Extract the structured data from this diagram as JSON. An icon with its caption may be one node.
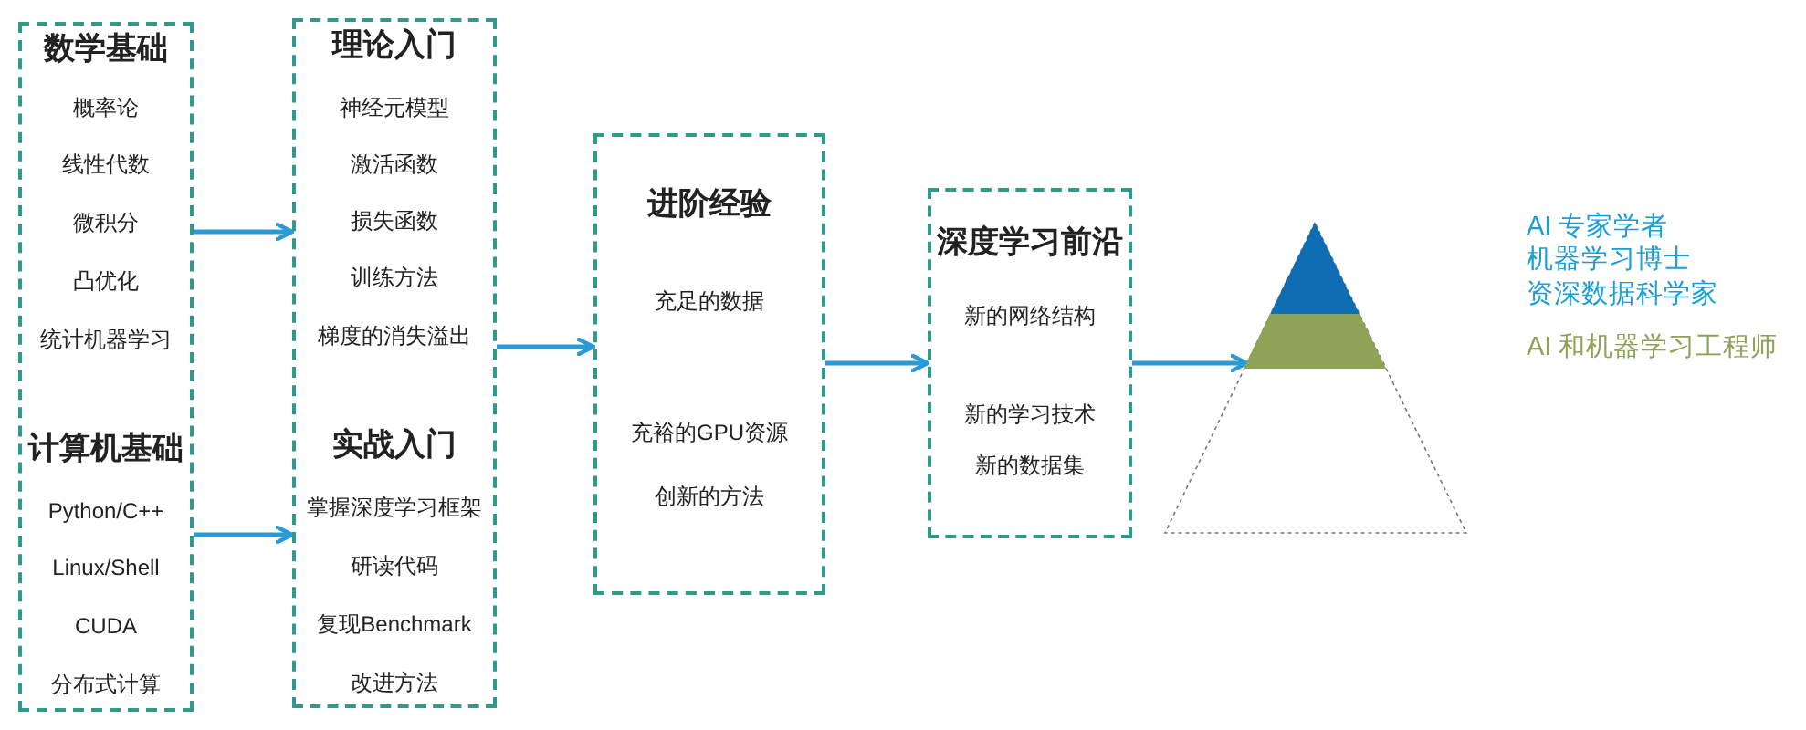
{
  "diagram": {
    "nodes": [
      {
        "text": [
          "数学基础",
          "概率论",
          "线性代数",
          "微积分",
          "凸优化",
          "统计机器学习",
          "计算机基础",
          "Python/C++",
          "Linux/Shell",
          "CUDA",
          "分布式计算"
        ]
      },
      {
        "text": [
          "理论入门",
          "神经元模型",
          "激活函数",
          "损失函数",
          "训练方法",
          "梯度的消失溢出",
          "实战入门",
          "掌握深度学习框架",
          "研读代码",
          "复现Benchmark",
          "改进方法"
        ]
      },
      {
        "text": [
          "进阶经验",
          "充足的数据",
          "充裕的GPU资源",
          "创新的方法"
        ]
      },
      {
        "text": [
          "深度学习前沿",
          "新的网络结构",
          "新的学习技术",
          "新的数据集"
        ]
      },
      {
        "text": [],
        "shape": "triangle"
      }
    ],
    "edges": [
      {
        "from": 0,
        "to": 1,
        "arrow": "to"
      },
      {
        "from": 0,
        "to": 1,
        "arrow": "to"
      },
      {
        "from": 1,
        "to": 2,
        "arrow": "to"
      },
      {
        "from": 2,
        "to": 3,
        "arrow": "to"
      },
      {
        "from": 3,
        "to": 4,
        "arrow": "to"
      }
    ],
    "labels": [
      "AI 专家学者",
      "机器学习博士",
      "资深数据科学家",
      "AI 和机器学习工程师"
    ]
  }
}
